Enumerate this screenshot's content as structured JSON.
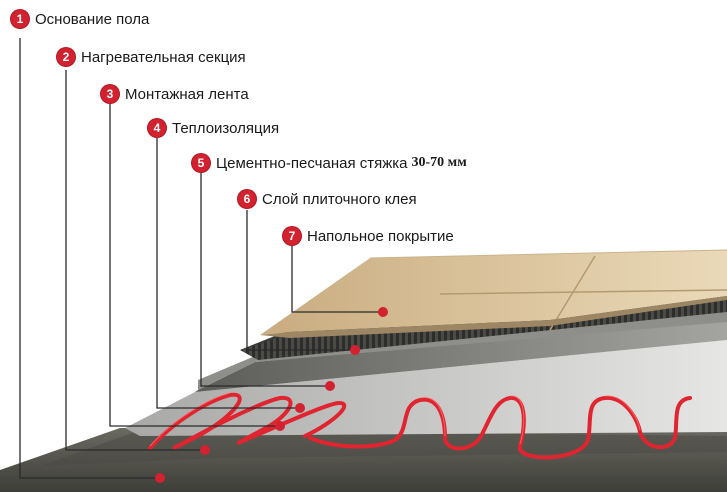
{
  "layers": [
    {
      "num": "1",
      "label": "Основание пола"
    },
    {
      "num": "2",
      "label": "Нагревательная секция"
    },
    {
      "num": "3",
      "label": "Монтажная лента"
    },
    {
      "num": "4",
      "label": "Теплоизоляция"
    },
    {
      "num": "5",
      "label": "Цементно-песчаная стяжка",
      "thickness": "30-70 мм"
    },
    {
      "num": "6",
      "label": "Слой плиточного клея"
    },
    {
      "num": "7",
      "label": "Напольное покрытие"
    }
  ],
  "colors": {
    "accent": "#d2212f",
    "leader": "#2a2a2a",
    "base": "#55554d",
    "insulation": "#bfbfbd",
    "screed": "#7a7a76",
    "adhesive": "#3a3a38",
    "tile": "#d9c29c",
    "heating_cable": "#e02430"
  }
}
